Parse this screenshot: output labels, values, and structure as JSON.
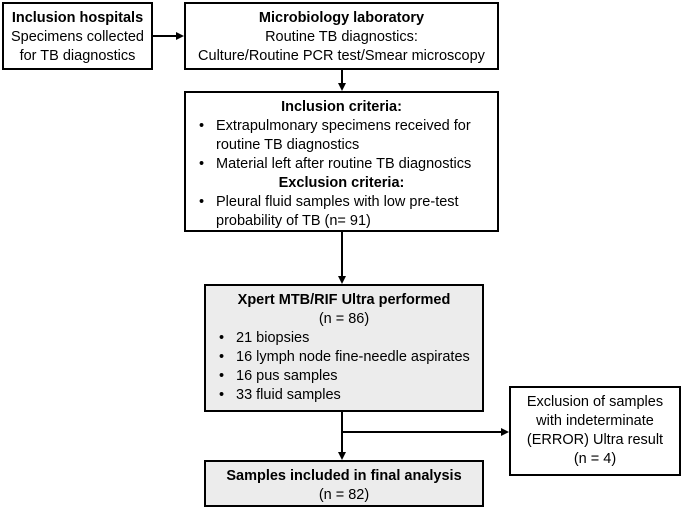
{
  "inclusion_hospitals": {
    "title": "Inclusion hospitals",
    "lines": [
      "Specimens collected",
      "for TB diagnostics"
    ]
  },
  "micro_lab": {
    "title": "Microbiology laboratory",
    "lines": [
      "Routine TB diagnostics:",
      "Culture/Routine PCR test/Smear microscopy"
    ]
  },
  "criteria": {
    "inclusion_title": "Inclusion criteria:",
    "inclusion_items": [
      "Extrapulmonary specimens received for routine TB diagnostics",
      "Material left after routine TB diagnostics"
    ],
    "exclusion_title": "Exclusion criteria:",
    "exclusion_items": [
      "Pleural fluid samples with low pre-test probability of TB (n= 91)"
    ]
  },
  "xpert": {
    "title": "Xpert MTB/RIF Ultra performed",
    "count": "(n = 86)",
    "items": [
      "21 biopsies",
      "16 lymph node fine-needle aspirates",
      "16 pus samples",
      "33 fluid samples"
    ]
  },
  "exclusion_samples": {
    "lines": [
      "Exclusion of samples",
      "with indeterminate",
      "(ERROR) Ultra result",
      "(n = 4)"
    ]
  },
  "final": {
    "title": "Samples included in final analysis",
    "count": "(n = 82)"
  }
}
